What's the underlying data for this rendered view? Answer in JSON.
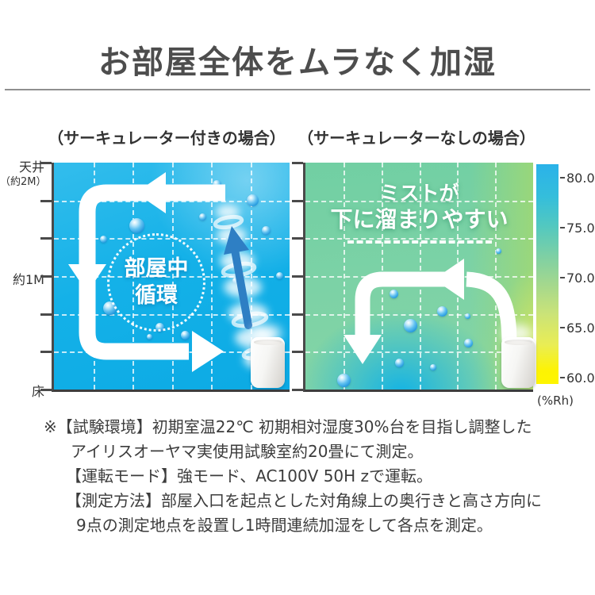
{
  "title": "お部屋全体をムラなく加湿",
  "panels": {
    "left": {
      "header": "（サーキュレーター付きの場合）",
      "center_label_line1": "部屋中",
      "center_label_line2": "循環"
    },
    "right": {
      "header": "（サーキュレーターなしの場合）",
      "caption_line1": "ミストが",
      "caption_line2": "下に溜まりやすい"
    }
  },
  "y_axis": {
    "top": "天井",
    "top_sub": "（約2M）",
    "mid": "約1M",
    "bottom": "床"
  },
  "colorbar": {
    "ticks": [
      "80.0",
      "75.0",
      "70.0",
      "65.0",
      "60.0"
    ],
    "unit": "(%Rh)",
    "min": 60.0,
    "max": 80.0
  },
  "notes": {
    "line1": "※【試験環境】初期室温22℃ 初期相対湿度30%台を目指し調整した",
    "line2": "アイリスオーヤマ実使用試験室約20畳にて測定。",
    "line3": "【運転モード】強モード、AC100V 50H zで運転。",
    "line4": "【測定方法】部屋入口を起点とした対角線上の奥行きと高さ方向に",
    "line5": "9点の測定地点を設置し1時間連続加湿をして各点を測定。"
  },
  "colors": {
    "left_panel_blue": "#12b0e8",
    "right_panel_green": "#7dd3a6",
    "right_panel_bottom_blue": "#0db1e8",
    "right_panel_edge_yellow_green": "#cfe06a",
    "colorbar_top": "#2ab2e9",
    "colorbar_bottom": "#fef500",
    "mist_arrow_blue": "#2e7fc4",
    "axis": "#4a4a4a",
    "title_gray": "#4d4d4d"
  },
  "chart_data": [
    {
      "type": "heatmap",
      "title": "（サーキュレーター付きの場合）",
      "y_tick_labels": [
        "天井（約2M）",
        "約1M",
        "床"
      ],
      "colorbar": {
        "label": "(%Rh)",
        "ticks": [
          80.0,
          75.0,
          70.0,
          65.0,
          60.0
        ],
        "min": 60.0,
        "max": 80.0,
        "position": "right"
      },
      "annotation": "部屋中循環",
      "grid": true,
      "estimated_values_rh_rows_ceiling_to_floor": [
        [
          79,
          80,
          80
        ],
        [
          80,
          80,
          79
        ],
        [
          79,
          80,
          80
        ]
      ]
    },
    {
      "type": "heatmap",
      "title": "（サーキュレーターなしの場合）",
      "y_tick_labels": [
        "天井（約2M）",
        "約1M",
        "床"
      ],
      "colorbar": {
        "label": "(%Rh)",
        "ticks": [
          80.0,
          75.0,
          70.0,
          65.0,
          60.0
        ],
        "min": 60.0,
        "max": 80.0,
        "position": "right"
      },
      "annotation": "ミストが下に溜まりやすい",
      "grid": true,
      "estimated_values_rh_rows_ceiling_to_floor": [
        [
          73,
          73,
          69
        ],
        [
          74,
          75,
          68
        ],
        [
          75,
          78,
          67
        ]
      ]
    }
  ]
}
